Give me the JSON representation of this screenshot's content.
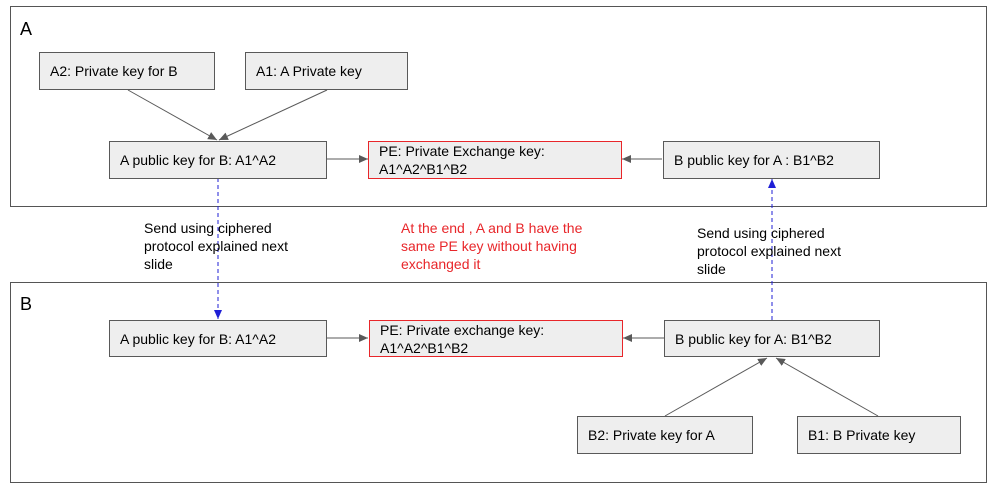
{
  "panels": {
    "top": {
      "label": "A"
    },
    "bottom": {
      "label": "B"
    }
  },
  "nodes": {
    "a2_private": "A2: Private key for B",
    "a1_private": "A1: A Private key",
    "a_public_top": "A public  key for B: A1^A2",
    "pe_top_line1": "PE: Private Exchange key:",
    "pe_top_line2": "A1^A2^B1^B2",
    "b_public_top": "B public key for A : B1^B2",
    "a_public_bottom": "A public key for B: A1^A2",
    "pe_bottom_line1": "PE: Private exchange key:",
    "pe_bottom_line2": "A1^A2^B1^B2",
    "b_public_bottom": "B public key for A: B1^B2",
    "b2_private": "B2: Private key for A",
    "b1_private": "B1: B Private key"
  },
  "notes": {
    "send_left": "Send using ciphered\nprotocol explained next\nslide",
    "center": "At the end , A and B have the\nsame PE key without having\nexchanged it",
    "send_right": "Send using ciphered\nprotocol explained next\nslide"
  },
  "colors": {
    "node_fill": "#eeeeee",
    "node_border": "#595959",
    "highlight_border": "#e8262a",
    "note_red": "#e8262a",
    "solid_edge": "#595959",
    "dashed_edge": "#1f1fd6"
  }
}
